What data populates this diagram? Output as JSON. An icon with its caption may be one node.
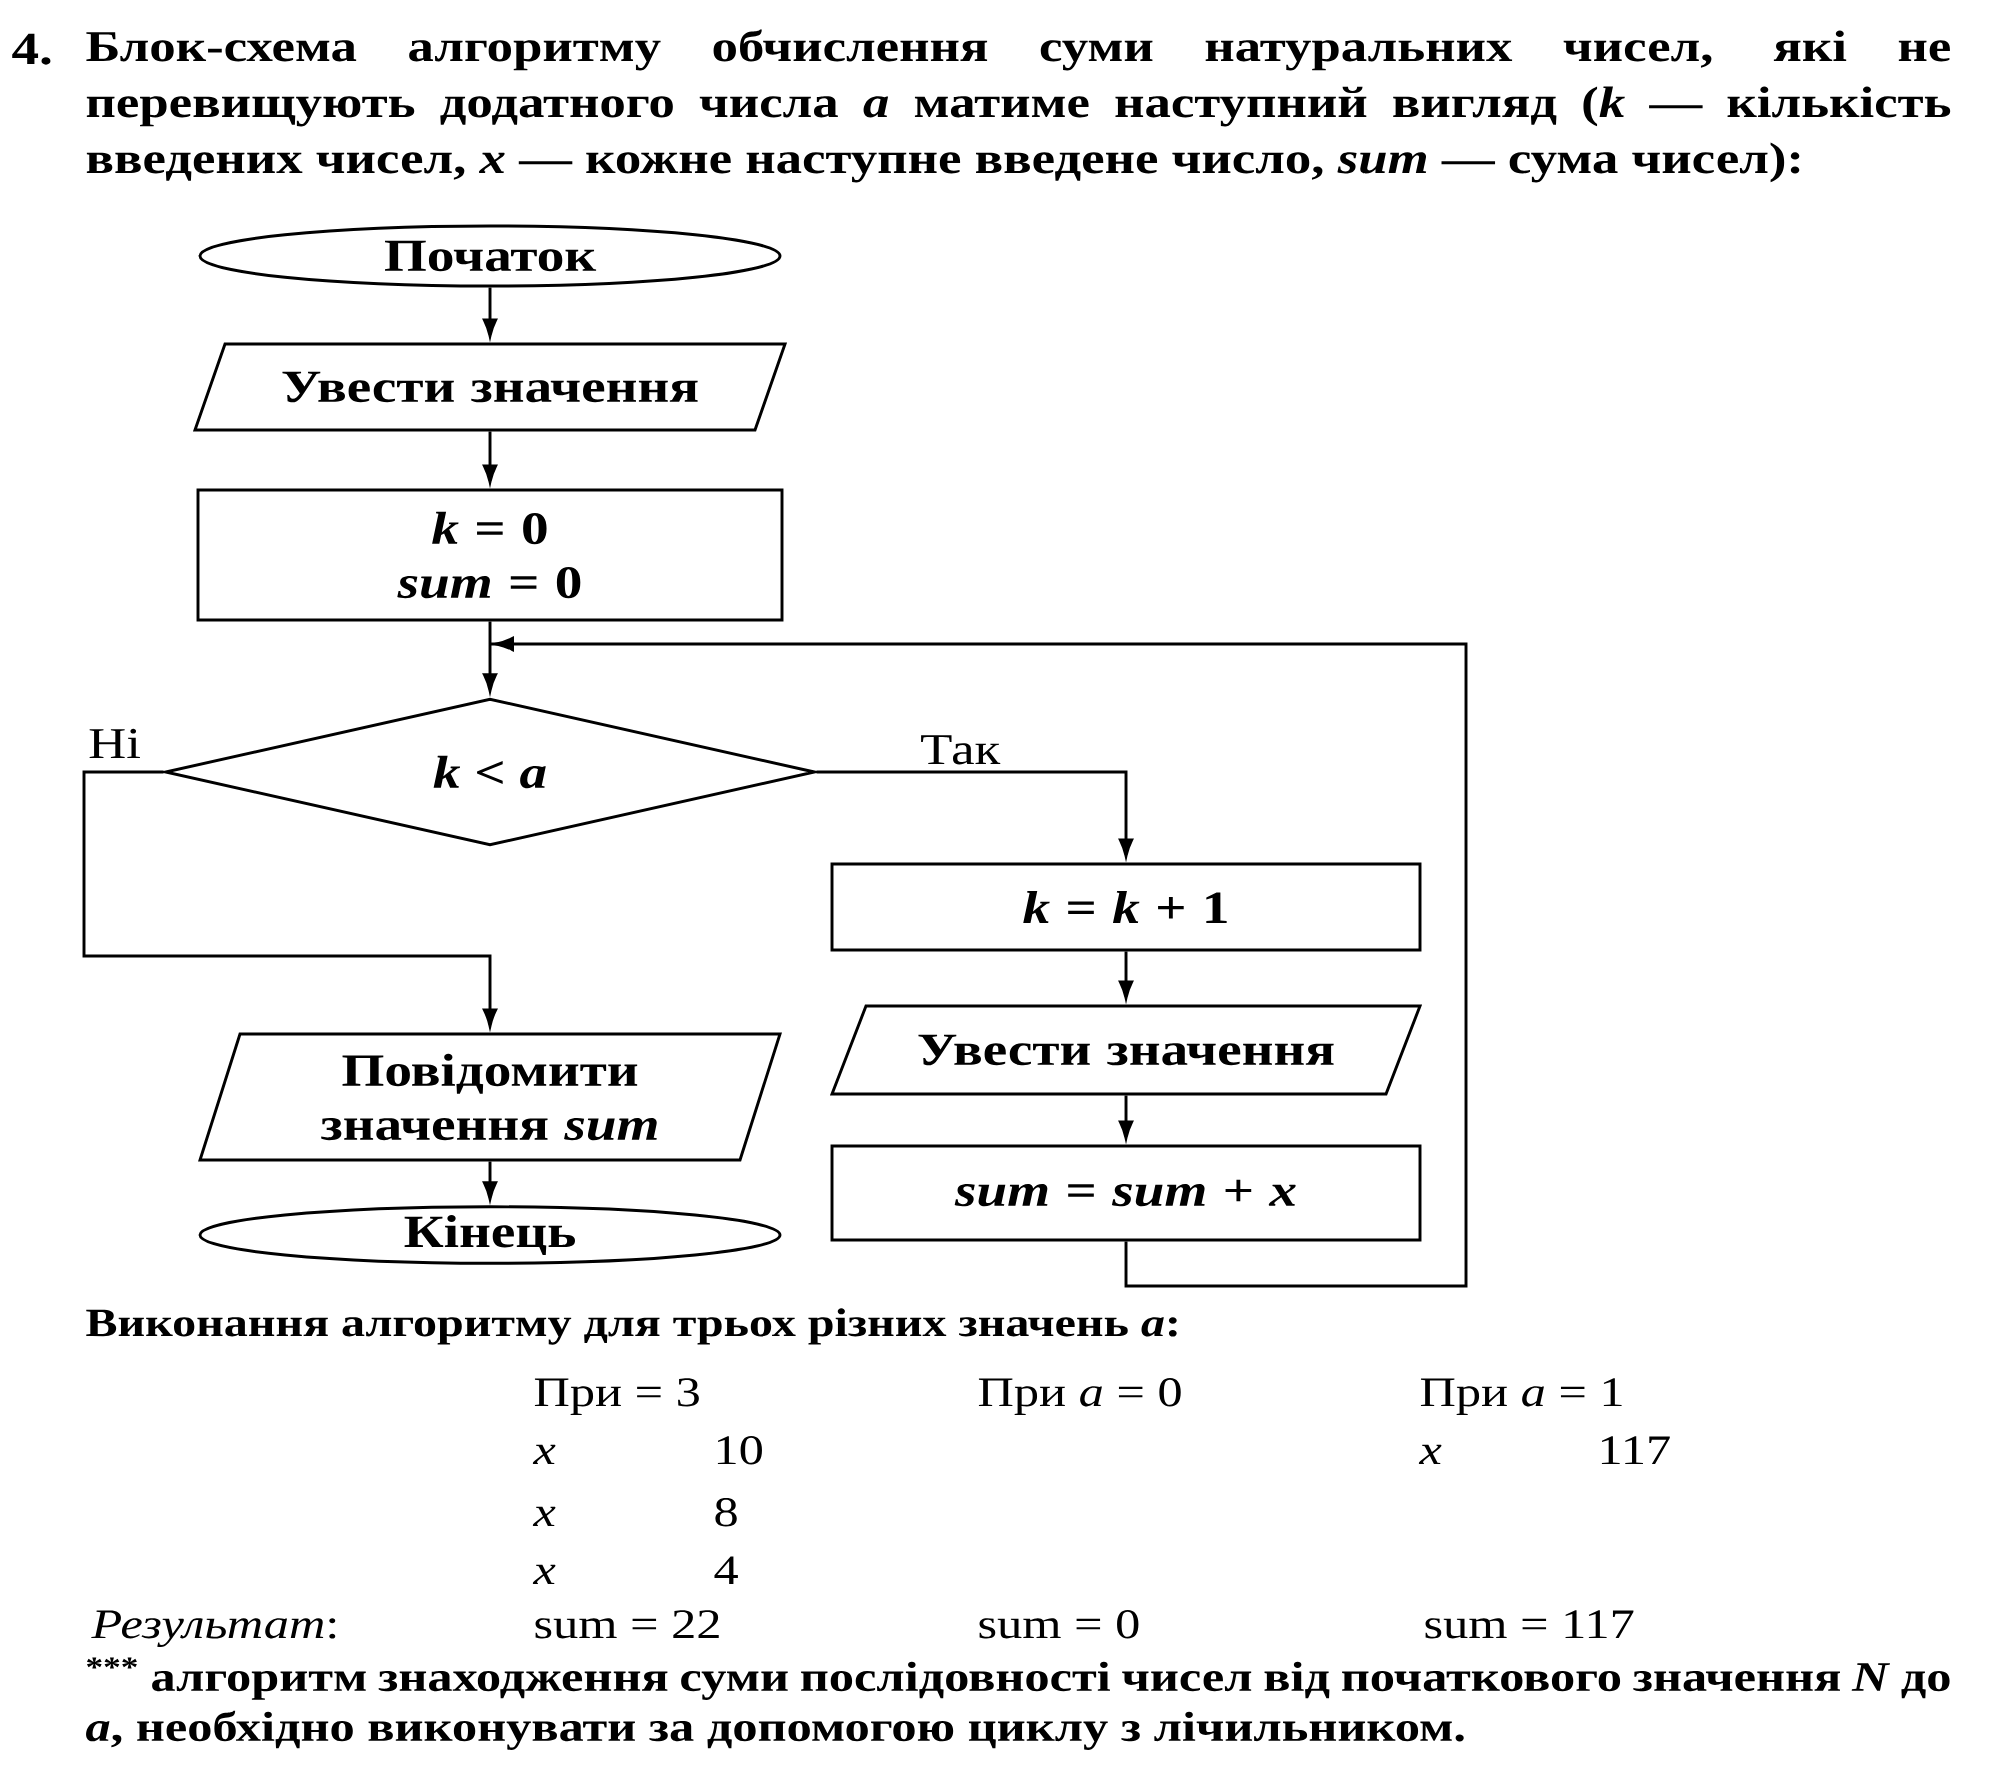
{
  "diagram": {
    "title": "Блок-схема алгоритму обчислення суми натуральних чисел, які не перевищують додатного числа *a* матиме наступний вигляд (*k* — кількість введених чисел, *x* — кожне наступне введене число, *sum* — сума чисел):",
    "nodes": [
      {
        "text": [
          "Початок"
        ]
      },
      {
        "text": [
          "Увести значення"
        ]
      },
      {
        "text": [
          "*k* = 0",
          "*sum* = 0"
        ]
      },
      {
        "text": [
          "*k* < *a*"
        ]
      },
      {
        "text": [
          "*k* = *k* + 1"
        ]
      },
      {
        "text": [
          "Увести значення"
        ]
      },
      {
        "text": [
          "*sum* = *sum* + *x*"
        ]
      },
      {
        "text": [
          "Повідомити значення *sum*"
        ]
      },
      {
        "text": [
          "Кінець"
        ]
      }
    ],
    "edges": [
      {
        "from": 0,
        "to": 1,
        "arrow": "to"
      },
      {
        "from": 1,
        "to": 2,
        "arrow": "to"
      },
      {
        "from": 2,
        "to": 3,
        "arrow": "to"
      },
      {
        "from": 3,
        "to": 4,
        "arrow": "to",
        "label": "Так"
      },
      {
        "from": 4,
        "to": 5,
        "arrow": "to"
      },
      {
        "from": 5,
        "to": 6,
        "arrow": "to"
      },
      {
        "from": 6,
        "to": 3,
        "arrow": "to"
      },
      {
        "from": 3,
        "to": 7,
        "arrow": "to",
        "label": "Ні"
      },
      {
        "from": 7,
        "to": 8,
        "arrow": "to"
      }
    ],
    "labels": [
      "4.",
      "Виконання алгоритму для трьох різних значень *a*:",
      "При = 3",
      "При *a* = 0",
      "При *a* = 1",
      "*x*",
      "10",
      "*x*",
      "117",
      "*x*",
      "8",
      "*x*",
      "4",
      "*Результат*:",
      "sum = 22",
      "sum = 0",
      "sum = 117",
      "$^{***}$ алгоритм знаходження суми послідовності чисел від початкового значення *N* до *a*, необхідно виконувати за допомогою циклу з лічильником."
    ]
  }
}
